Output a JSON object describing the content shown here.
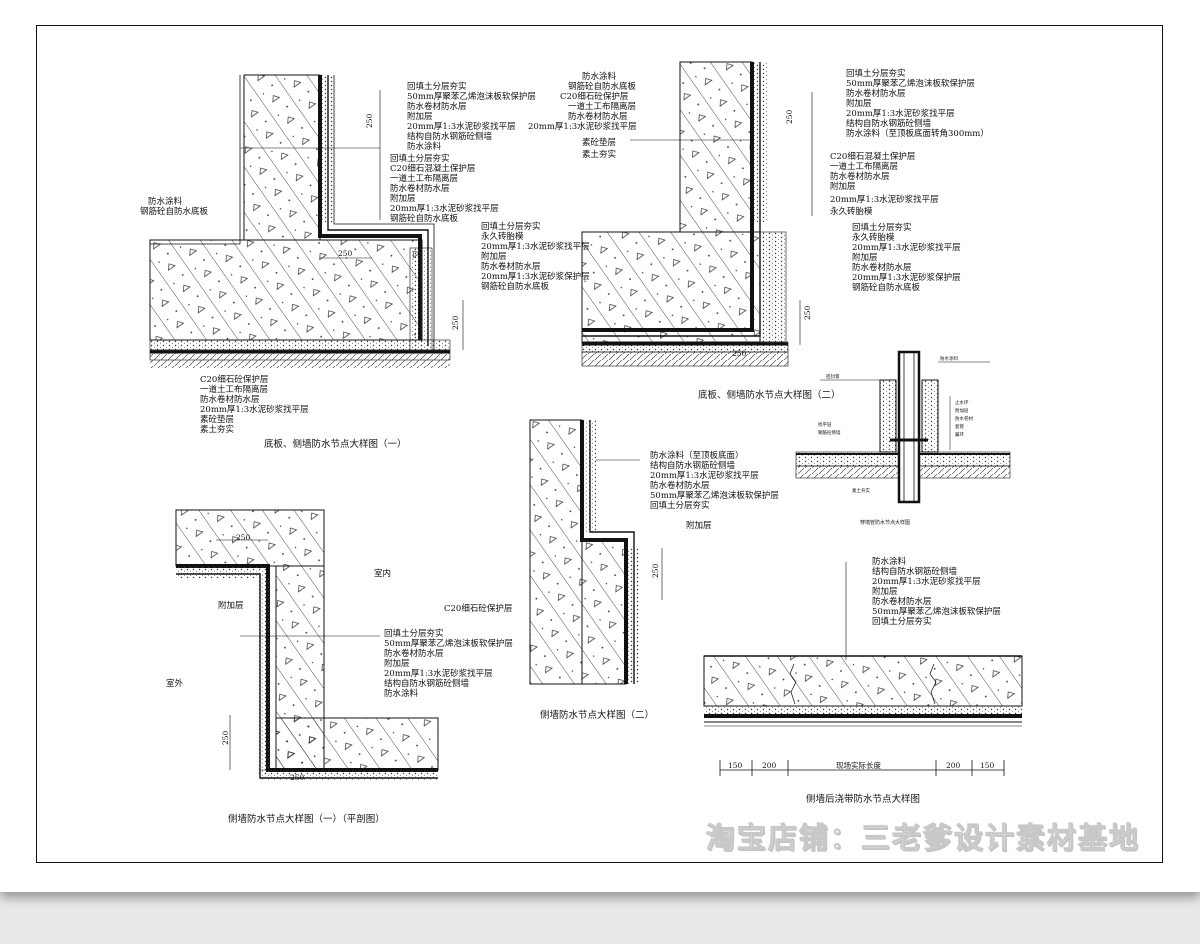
{
  "watermark": "淘宝店铺：三老爹设计素材基地",
  "captions": {
    "d1": "底板、侧墙防水节点大样图（一）",
    "d2": "底板、侧墙防水节点大样图（二）",
    "d3": "侧墙防水节点大样图（一）（平剖图）",
    "d4": "侧墙防水节点大样图（二）",
    "d5": "侧墙后浇带防水节点大样图",
    "d6": "穿墙管防水节点大样图"
  },
  "d1": {
    "callout_wall": [
      "回填土分层夯实",
      "50mm厚聚苯乙烯泡沫板软保护层",
      "防水卷材防水层",
      "附加层",
      "20mm厚1:3水泥砂浆找平层",
      "结构自防水钢筋砼侧墙",
      "防水涂料"
    ],
    "callout_corner": [
      "回填土分层夯实",
      "C20细石混凝土保护层",
      "一道土工布隔离层",
      "防水卷材防水层",
      "附加层",
      "20mm厚1:3水泥砂浆找平层",
      "钢筋砼自防水底板"
    ],
    "callout_right": [
      "回填土分层夯实",
      "永久砖胎模",
      "20mm厚1:3水泥砂浆找平层",
      "附加层",
      "防水卷材防水层",
      "20mm厚1:3水泥砂浆保护层",
      "钢筋砼自防水底板"
    ],
    "callout_left": [
      "防水涂料",
      "钢筋砼自防水底板"
    ],
    "callout_bottom": [
      "C20细石砼保护层",
      "一道土工布隔离层",
      "防水卷材防水层",
      "20mm厚1:3水泥砂浆找平层",
      "素砼垫层",
      "素土夯实"
    ],
    "dims": [
      "250",
      "250",
      "250"
    ]
  },
  "d2": {
    "callout_left": [
      "防水涂料",
      "钢筋砼自防水底板",
      "C20细石砼保护层",
      "一道土工布隔离层",
      "防水卷材防水层",
      "20mm厚1:3水泥砂浆找平层",
      "素砼垫层",
      "素土夯实"
    ],
    "callout_top": [
      "回填土分层夯实",
      "50mm厚聚苯乙烯泡沫板软保护层",
      "防水卷材防水层",
      "附加层",
      "20mm厚1:3水泥砂浆找平层",
      "结构自防水钢筋砼侧墙",
      "防水涂料（至顶板底面转角300mm）"
    ],
    "callout_mid": [
      "C20细石混凝土保护层",
      "一道土工布隔离层",
      "防水卷材防水层",
      "附加层",
      "20mm厚1:3水泥砂浆找平层",
      "永久砖胎模"
    ],
    "callout_low": [
      "回填土分层夯实",
      "永久砖胎模",
      "20mm厚1:3水泥砂浆找平层",
      "附加层",
      "防水卷材防水层",
      "20mm厚1:3水泥砂浆保护层",
      "钢筋砼自防水底板"
    ],
    "dims": [
      "250",
      "250",
      "250"
    ]
  },
  "d3": {
    "label_inside": "室内",
    "label_outside": "室外",
    "label_add": "附加层",
    "callout": [
      "回填土分层夯实",
      "50mm厚聚苯乙烯泡沫板软保护层",
      "防水卷材防水层",
      "附加层",
      "20mm厚1:3水泥砂浆找平层",
      "结构自防水钢筋砼侧墙",
      "防水涂料"
    ],
    "dims": [
      "250",
      "250",
      "250"
    ]
  },
  "d4": {
    "callout": [
      "防水涂料（至顶板底面）",
      "结构自防水钢筋砼侧墙",
      "20mm厚1:3水泥砂浆找平层",
      "防水卷材防水层",
      "50mm厚聚苯乙烯泡沫板软保护层",
      "回填土分层夯实"
    ],
    "label_add": "附加层",
    "label_c20": "C20细石砼保护层",
    "dims": [
      "250"
    ]
  },
  "d5": {
    "callout": [
      "防水涂料",
      "结构自防水钢筋砼侧墙",
      "20mm厚1:3水泥砂浆找平层",
      "附加层",
      "防水卷材防水层",
      "50mm厚聚苯乙烯泡沫板软保护层",
      "回填土分层夯实"
    ],
    "dims": [
      "150",
      "200",
      "现场实际长度",
      "200",
      "150"
    ]
  },
  "d6": {
    "labels": [
      "防水涂料",
      "密封膏",
      "止水环",
      "附加层",
      "防水卷材",
      "套管",
      "翼环",
      "找平层",
      "钢筋砼侧墙",
      "素土夯实"
    ]
  }
}
